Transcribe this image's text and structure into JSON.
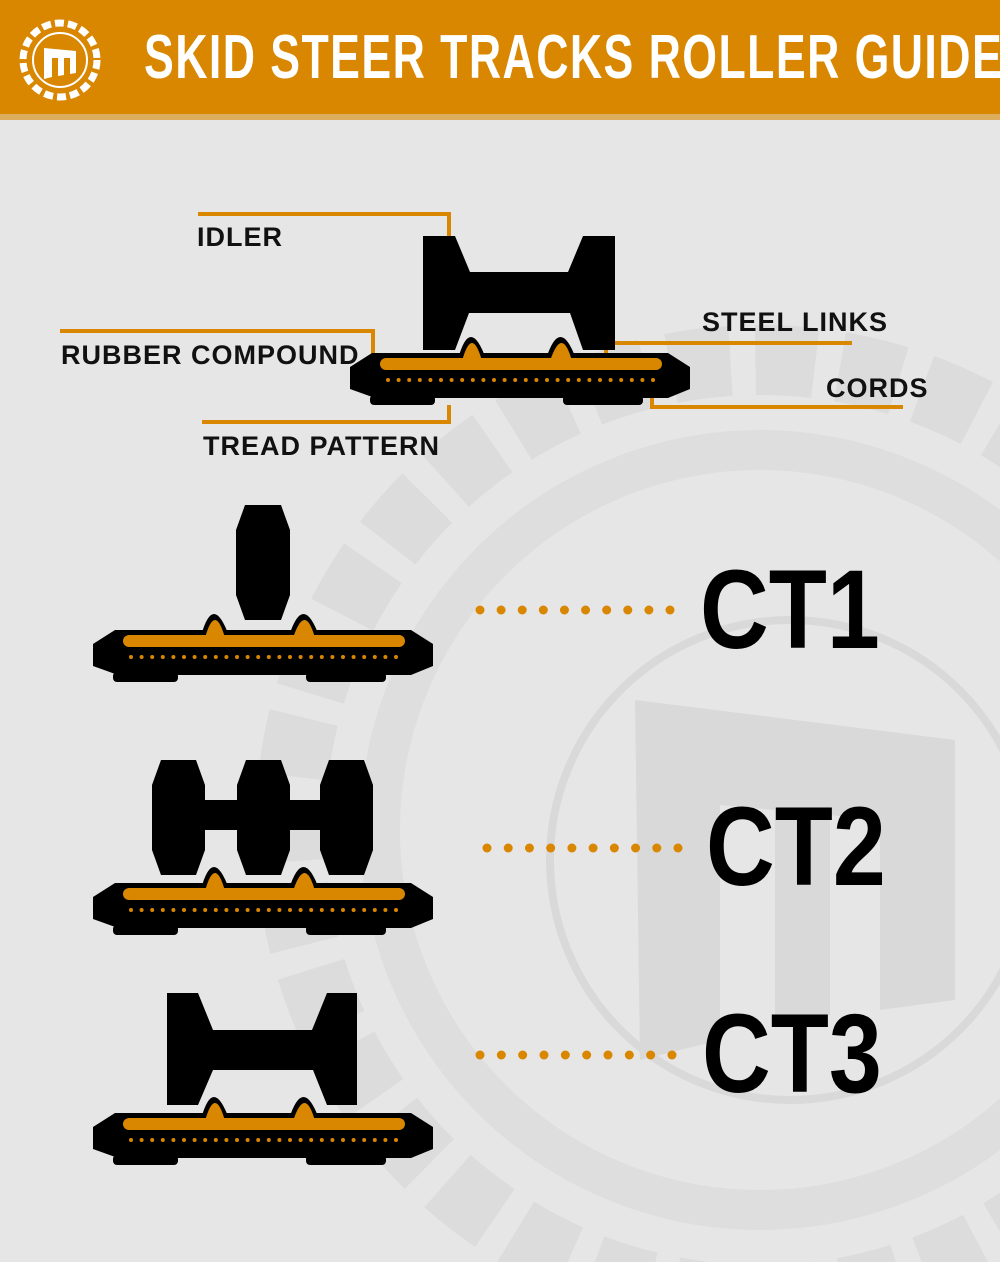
{
  "header": {
    "title": "SKID STEER TRACKS ROLLER GUIDE",
    "logo_icon": "tire-m-logo"
  },
  "colors": {
    "accent": "#d98600",
    "background": "#e6e6e6",
    "track": "#000000"
  },
  "anatomy": {
    "labels": {
      "idler": "IDLER",
      "rubber_compound": "RUBBER COMPOUND",
      "tread_pattern": "TREAD PATTERN",
      "steel_links": "STEEL LINKS",
      "cords": "CORDS"
    }
  },
  "roller_types": [
    {
      "code": "CT1"
    },
    {
      "code": "CT2"
    },
    {
      "code": "CT3"
    }
  ]
}
